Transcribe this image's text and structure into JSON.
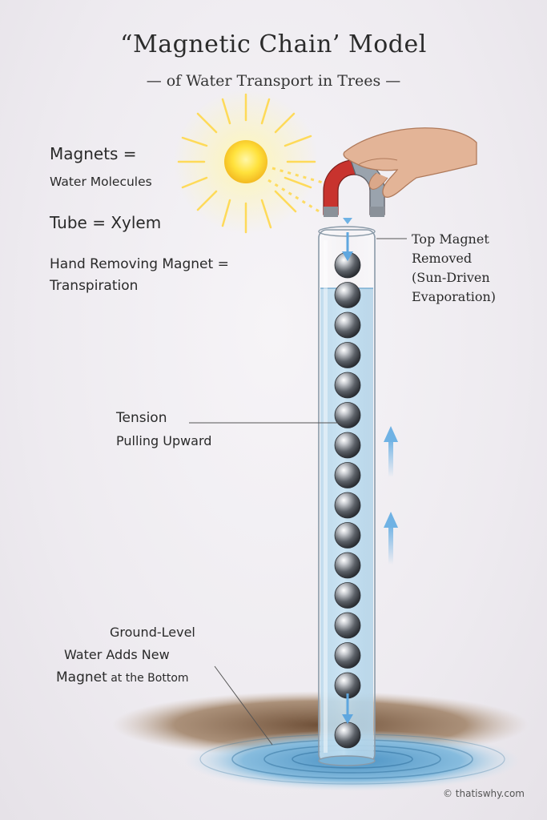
{
  "title": "“Magnetic Chain’ Model",
  "subtitle": "— of Water Transport in Trees —",
  "legend": {
    "magnets_label": "Magnets =",
    "magnets_value": "Water Molecules",
    "tube": "Tube = Xylem",
    "hand_line1": "Hand Removing Magnet =",
    "hand_line2": "Transpiration"
  },
  "callouts": {
    "top_magnet": [
      "Top Magnet",
      "Removed",
      "(Sun-Driven",
      "Evaporation)"
    ],
    "tension_line1": "Tension",
    "tension_line2": "Pulling Upward",
    "ground_line1": "Ground-Level",
    "ground_line2": "Water Adds New",
    "ground_line3_bold": "Magnet",
    "ground_line3_rest": " at the Bottom"
  },
  "copyright": "© thatiswhy.com",
  "icons": [
    "sun-icon",
    "hand-icon",
    "horseshoe-magnet-icon",
    "arrow-up-icon",
    "arrow-down-icon"
  ],
  "colors": {
    "water": "#8fc3e3",
    "magnet_red": "#c8332e",
    "magnet_grey": "#9aa3ad",
    "sun": "#ffd93a",
    "arrow": "#6fb2e4",
    "soil": "#8a6a4e"
  }
}
